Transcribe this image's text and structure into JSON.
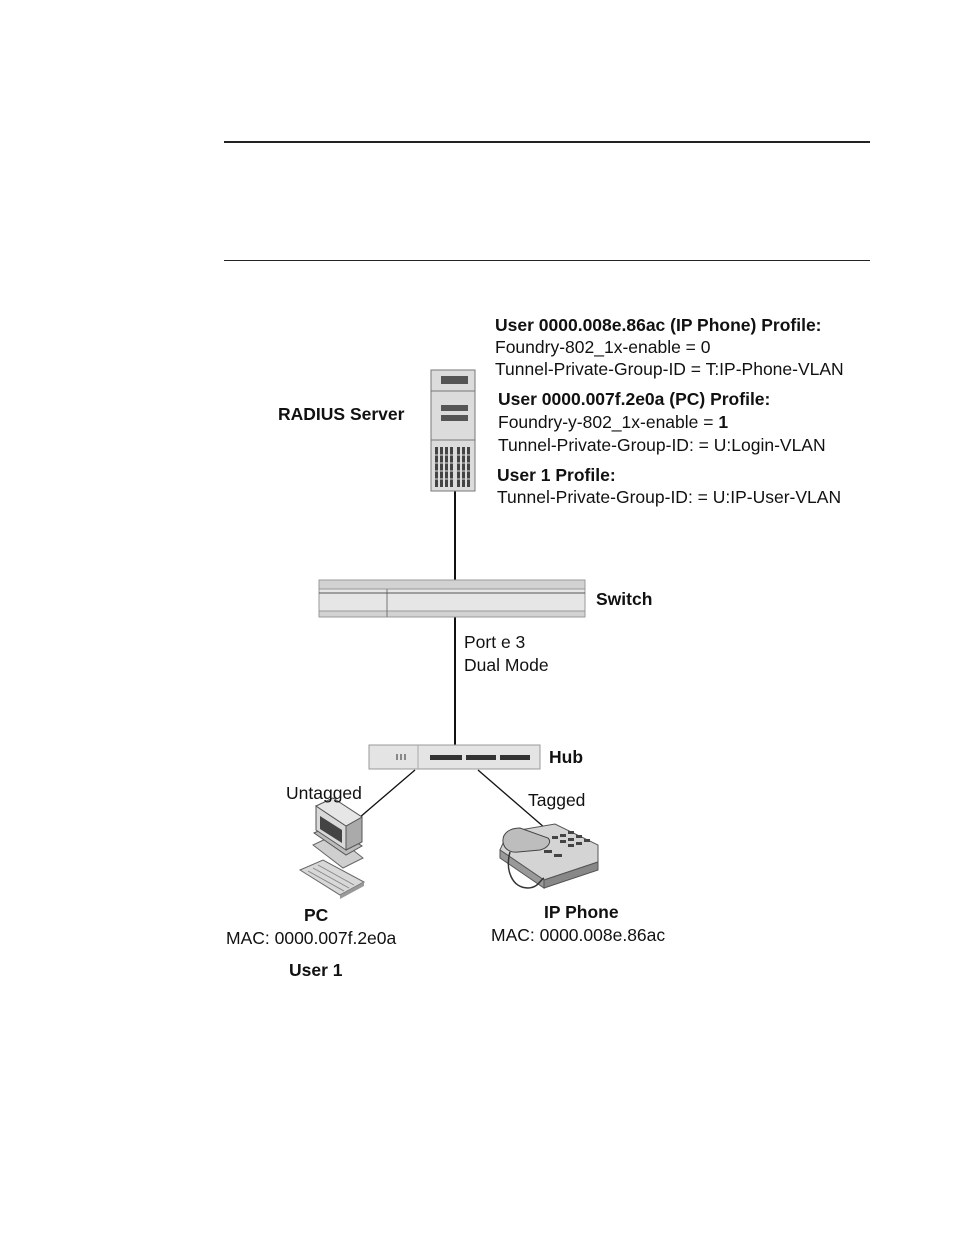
{
  "profiles": {
    "phone": {
      "heading": "User 0000.008e.86ac (IP Phone) Profile:",
      "line1": "Foundry-802_1x-enable = 0",
      "line2": "Tunnel-Private-Group-ID = T:IP-Phone-VLAN"
    },
    "pc": {
      "heading": "User 0000.007f.2e0a (PC) Profile:",
      "line1_prefix": "Foundry-y-802_1x-enable = ",
      "line1_value": "1",
      "line2": "Tunnel-Private-Group-ID: = U:Login-VLAN"
    },
    "user1": {
      "heading": "User 1 Profile:",
      "line1": "Tunnel-Private-Group-ID: = U:IP-User-VLAN"
    }
  },
  "labels": {
    "radius_server": "RADIUS Server",
    "switch": "Switch",
    "port_line1": "Port e 3",
    "port_line2": "Dual Mode",
    "hub": "Hub",
    "untagged": "Untagged",
    "tagged": "Tagged"
  },
  "pc": {
    "name": "PC",
    "mac": "MAC: 0000.007f.2e0a",
    "user": "User 1"
  },
  "ip_phone": {
    "name": "IP Phone",
    "mac": "MAC: 0000.008e.86ac"
  }
}
